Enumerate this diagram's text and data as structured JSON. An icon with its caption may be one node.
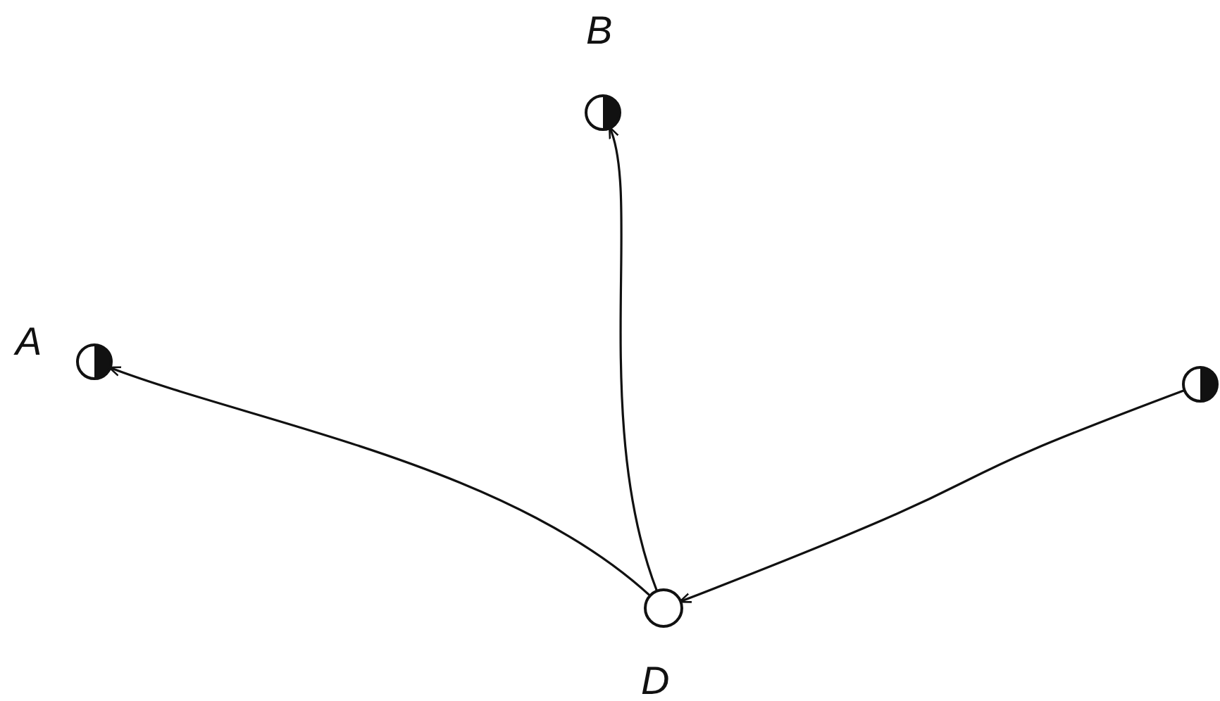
{
  "diagram": {
    "nodes": [
      {
        "text": [
          "B"
        ]
      },
      {
        "text": [
          "A"
        ]
      },
      {
        "text": [],
        "shape": "circle"
      },
      {
        "text": [
          "D"
        ]
      }
    ],
    "edges": [
      {
        "from": 3,
        "to": 0,
        "arrow": "to"
      },
      {
        "from": 3,
        "to": 1,
        "arrow": "to"
      },
      {
        "from": 2,
        "to": 3,
        "arrow": "to"
      }
    ]
  }
}
